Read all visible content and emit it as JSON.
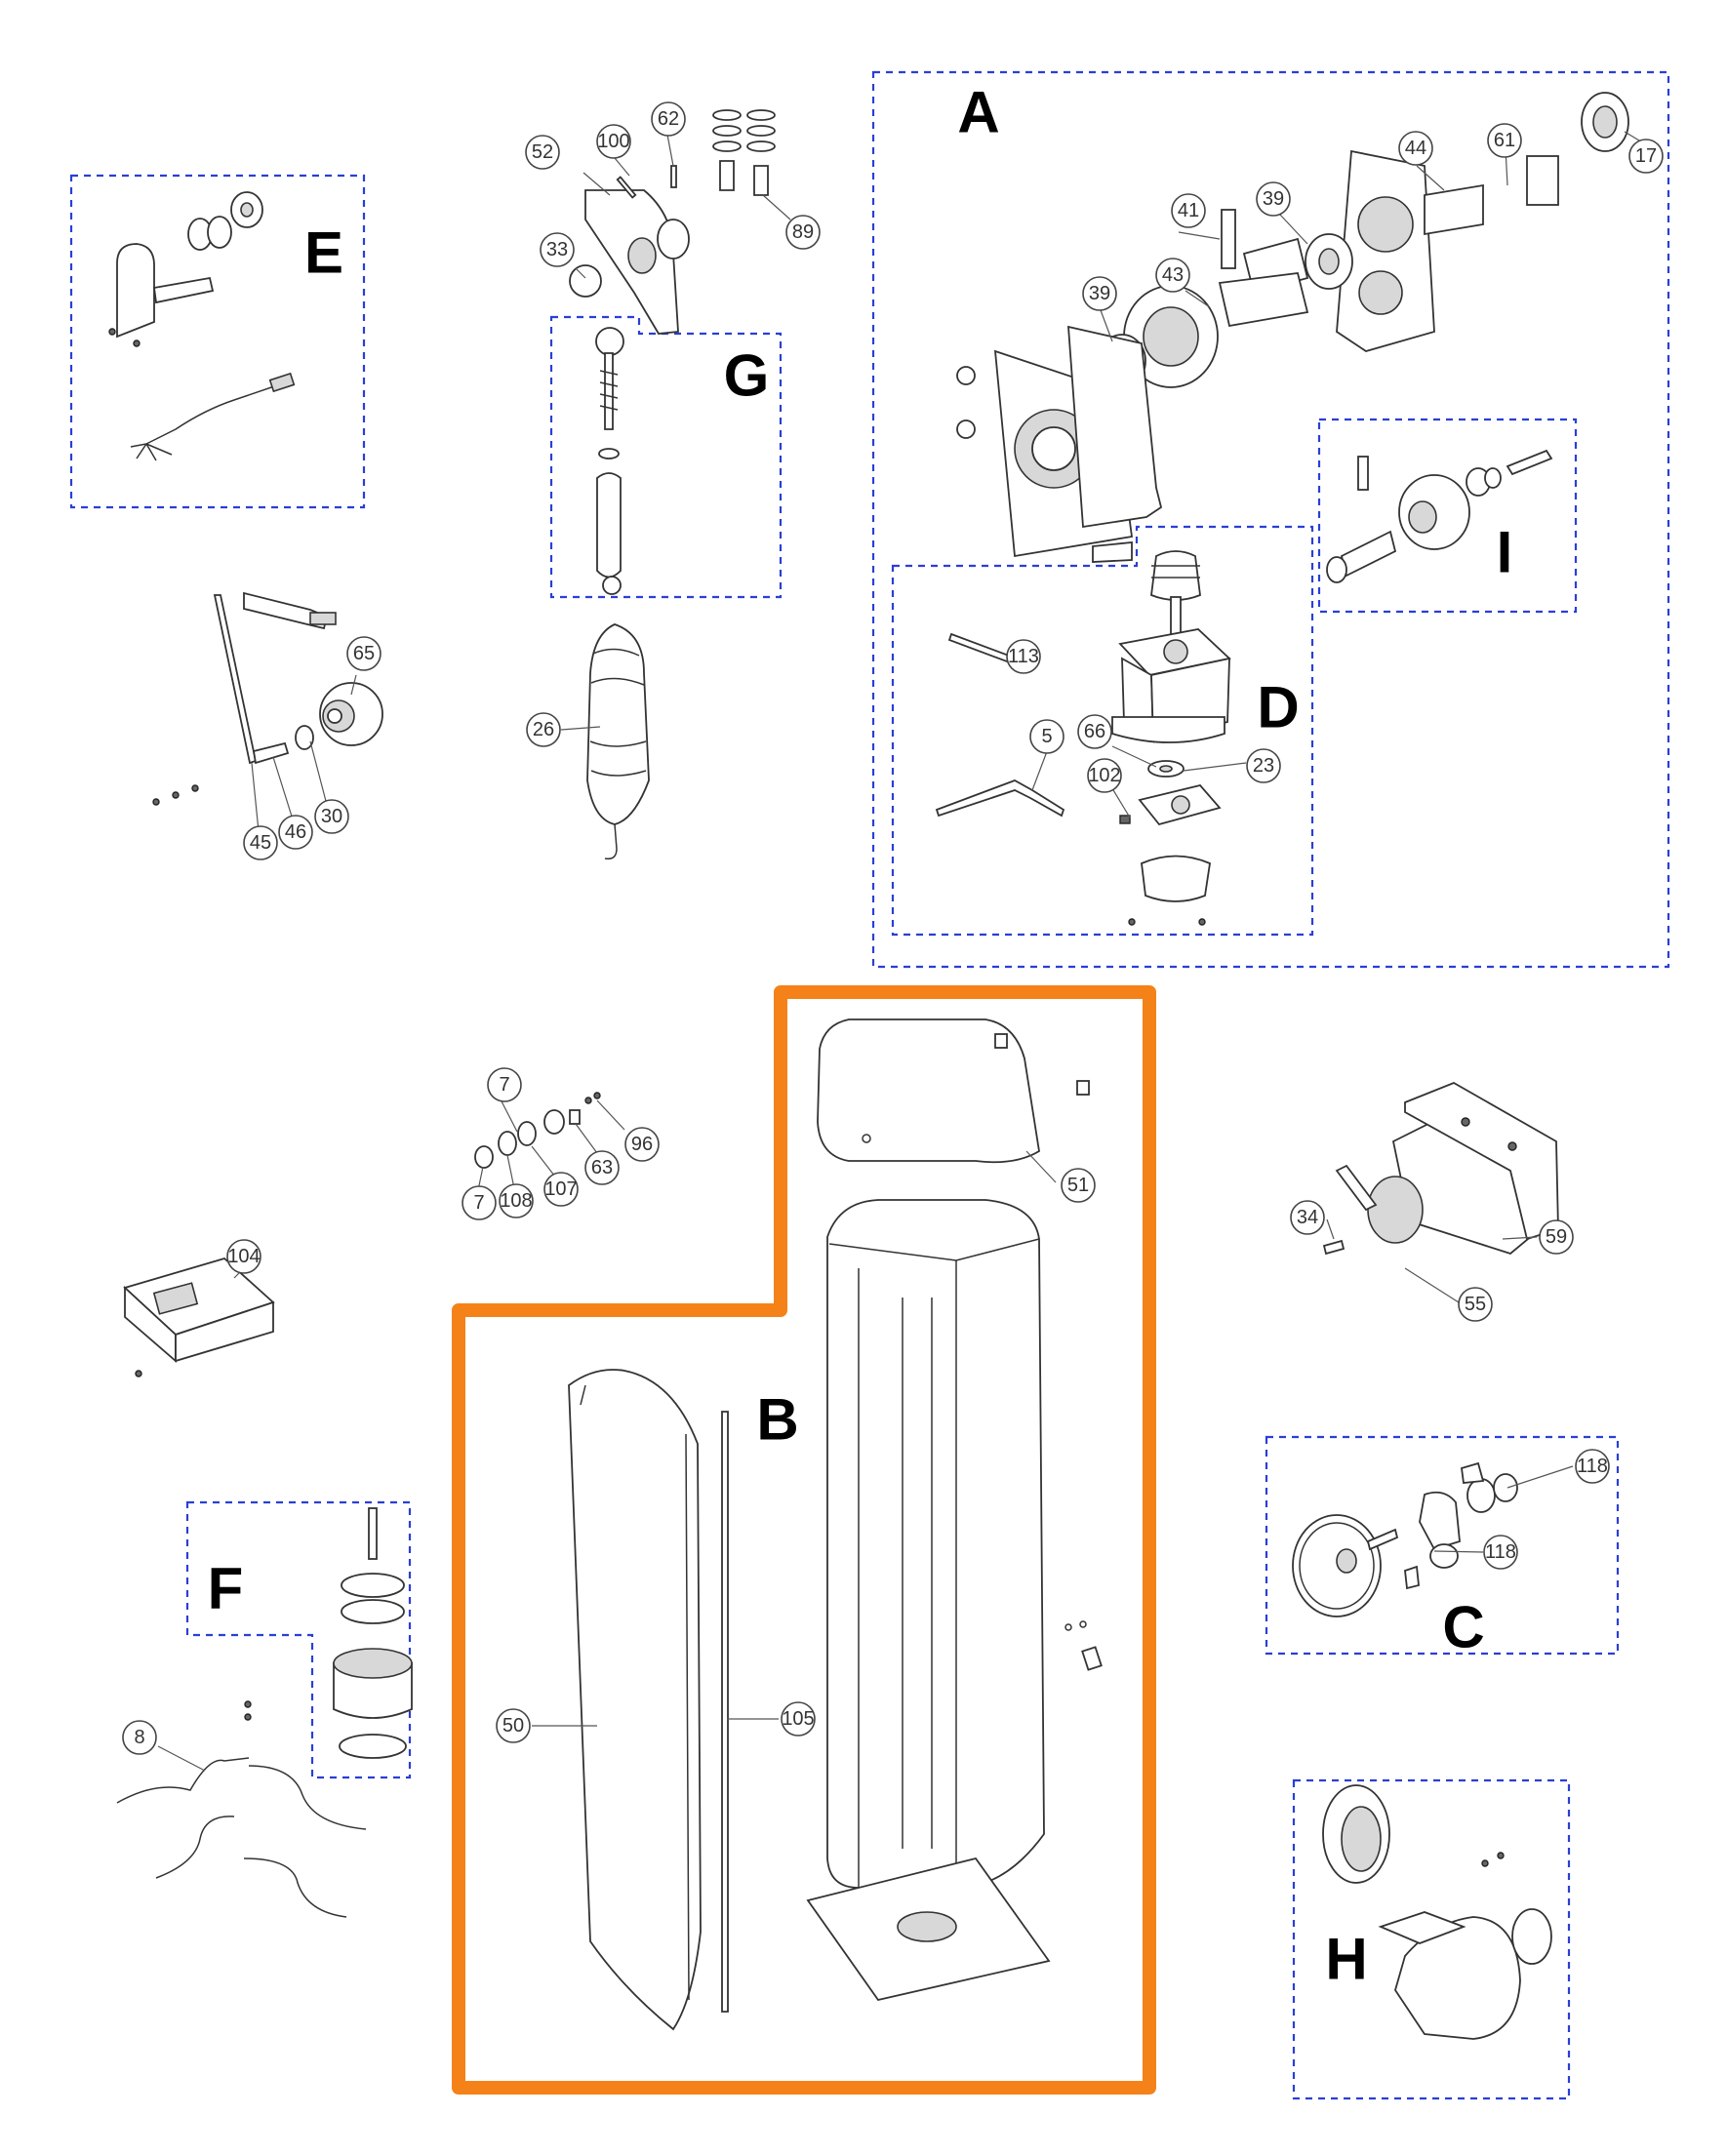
{
  "groups": {
    "A": "A",
    "B": "B",
    "C": "C",
    "D": "D",
    "E": "E",
    "F": "F",
    "G": "G",
    "H": "H",
    "I": "I"
  },
  "parts": {
    "p5": "5",
    "p7a": "7",
    "p7b": "7",
    "p8": "8",
    "p17": "17",
    "p23": "23",
    "p26": "26",
    "p30": "30",
    "p33": "33",
    "p34": "34",
    "p39a": "39",
    "p39b": "39",
    "p41": "41",
    "p43": "43",
    "p44": "44",
    "p45": "45",
    "p46": "46",
    "p50": "50",
    "p51": "51",
    "p52": "52",
    "p55": "55",
    "p59": "59",
    "p61": "61",
    "p62": "62",
    "p63": "63",
    "p65": "65",
    "p66": "66",
    "p89": "89",
    "p96": "96",
    "p100": "100",
    "p102": "102",
    "p104": "104",
    "p105": "105",
    "p107": "107",
    "p108": "108",
    "p113": "113",
    "p118a": "118",
    "p118b": "118"
  },
  "colors": {
    "dashed_box": "#2a3fd6",
    "highlight_box": "#f58218",
    "line": "#333333"
  }
}
